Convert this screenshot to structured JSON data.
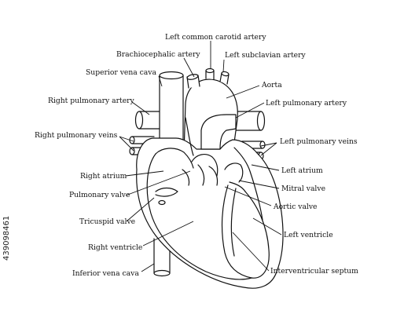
{
  "diagram": {
    "colors": {
      "ink": "#111111",
      "background": "#ffffff"
    },
    "labels": {
      "left_common_carotid_artery": "Left common carotid artery",
      "brachiocephalic_artery": "Brachiocephalic artery",
      "left_subclavian_artery": "Left subclavian artery",
      "superior_vena_cava": "Superior vena cava",
      "aorta": "Aorta",
      "right_pulmonary_artery": "Right pulmonary artery",
      "left_pulmonary_artery": "Left pulmonary artery",
      "right_pulmonary_veins": "Right pulmonary veins",
      "left_pulmonary_veins": "Left pulmonary veins",
      "right_atrium": "Right atrium",
      "left_atrium": "Left atrium",
      "pulmonary_valve": "Pulmonary valve",
      "mitral_valve": "Mitral valve",
      "aortic_valve": "Aortic valve",
      "tricuspid_valve": "Tricuspid valve",
      "left_ventricle": "Left ventricle",
      "right_ventricle": "Right ventricle",
      "inferior_vena_cava": "Inferior vena cava",
      "interventricular_septum": "Interventricular septum"
    },
    "watermark": "439098461"
  }
}
